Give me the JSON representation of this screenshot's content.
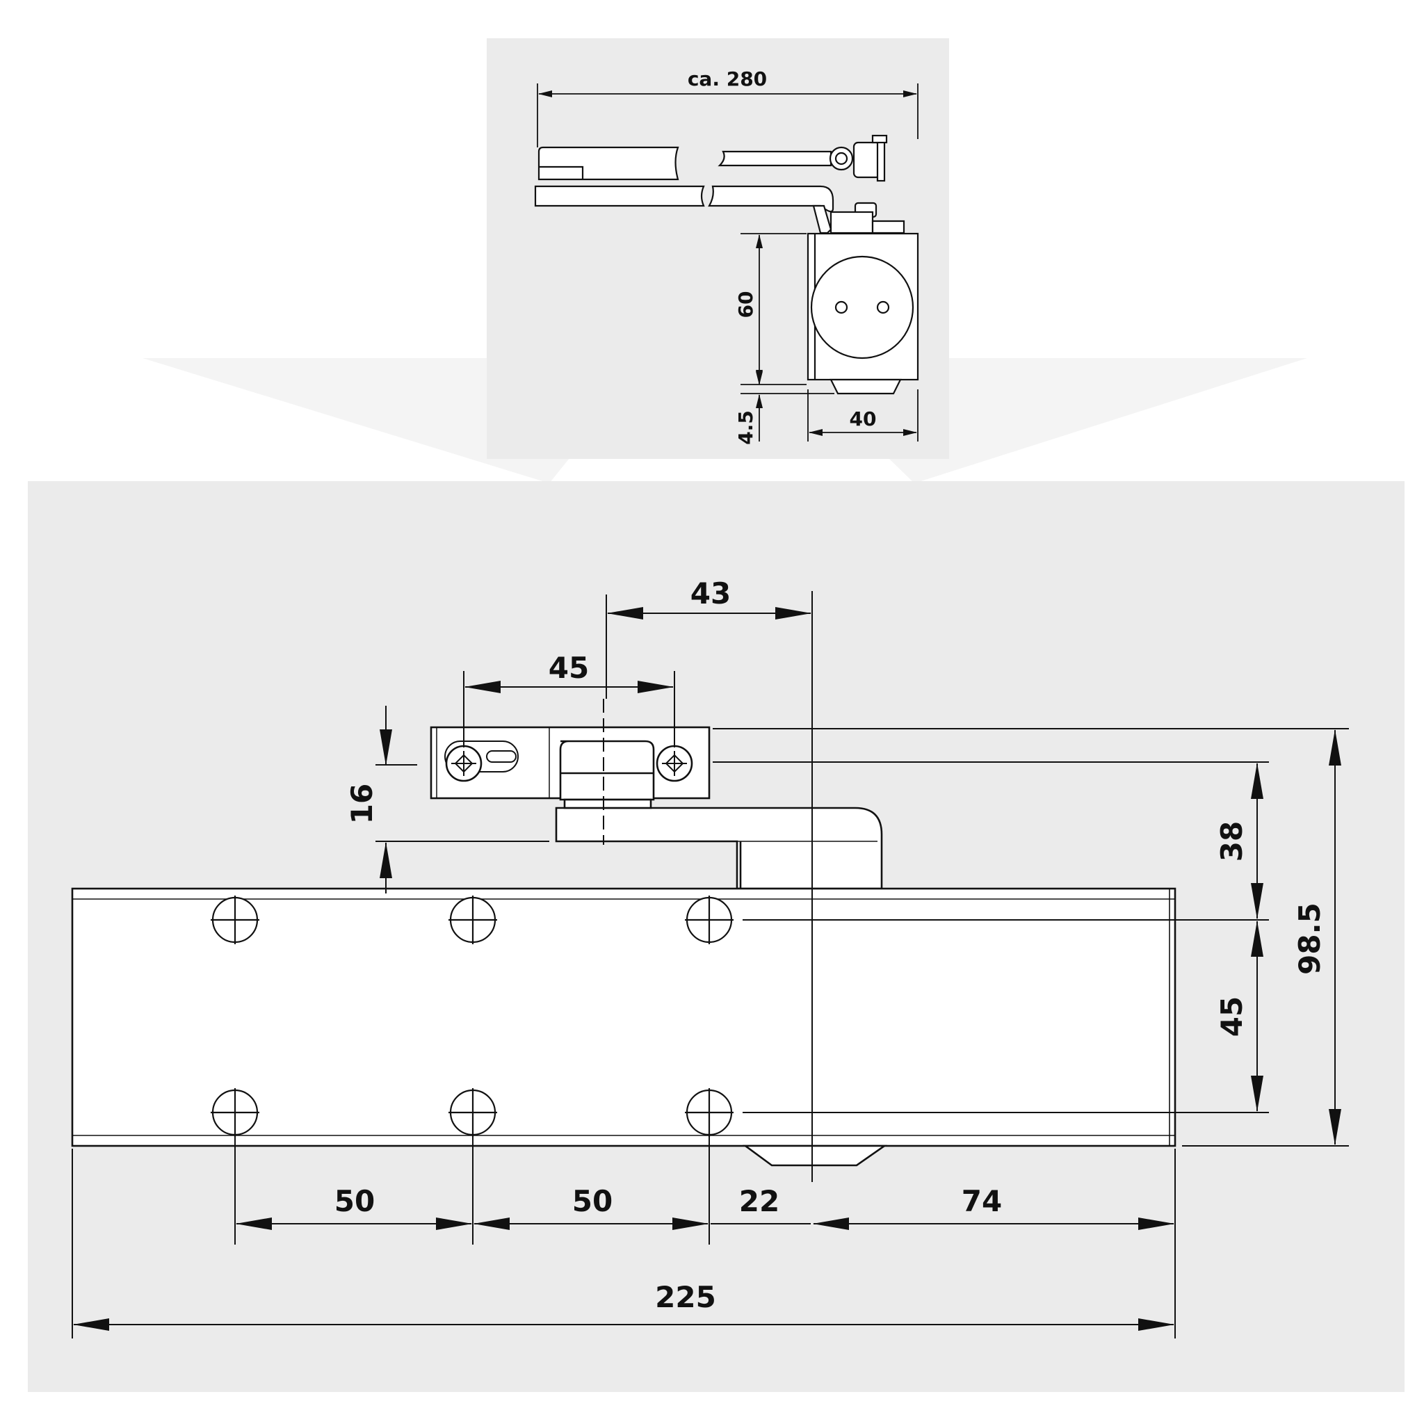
{
  "colors": {
    "panel_background": "#ebebeb",
    "page_background": "#ffffff",
    "line": "#111111",
    "part_fill": "#ffffff"
  },
  "side_view": {
    "width_overall": "ca. 280",
    "height_body": "60",
    "base_offset": "4.5",
    "depth": "40"
  },
  "front_view": {
    "bracket_hole_spacing": "45",
    "axis_offset": "43",
    "arm_height": "16",
    "hole_to_bracket_top": "38",
    "hole_row_spacing": "45",
    "overall_height": "98.5",
    "hole_spacing_1": "50",
    "hole_spacing_2": "50",
    "hole_to_axis": "22",
    "axis_to_end": "74",
    "overall_length": "225"
  }
}
